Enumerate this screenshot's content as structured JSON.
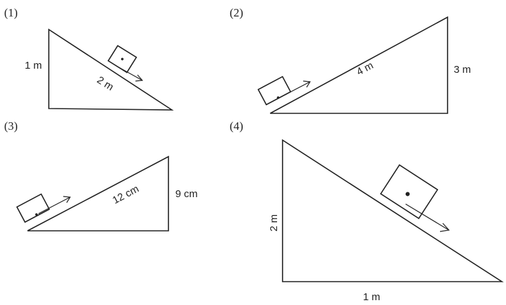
{
  "figures": [
    {
      "number": "(1)",
      "height_label": "1 m",
      "slope_label": "2 m"
    },
    {
      "number": "(2)",
      "slope_label": "4 m",
      "height_label": "3 m"
    },
    {
      "number": "(3)",
      "slope_label": "12 cm",
      "height_label": "9 cm"
    },
    {
      "number": "(4)",
      "height_label": "2 m",
      "base_label": "1 m"
    }
  ]
}
